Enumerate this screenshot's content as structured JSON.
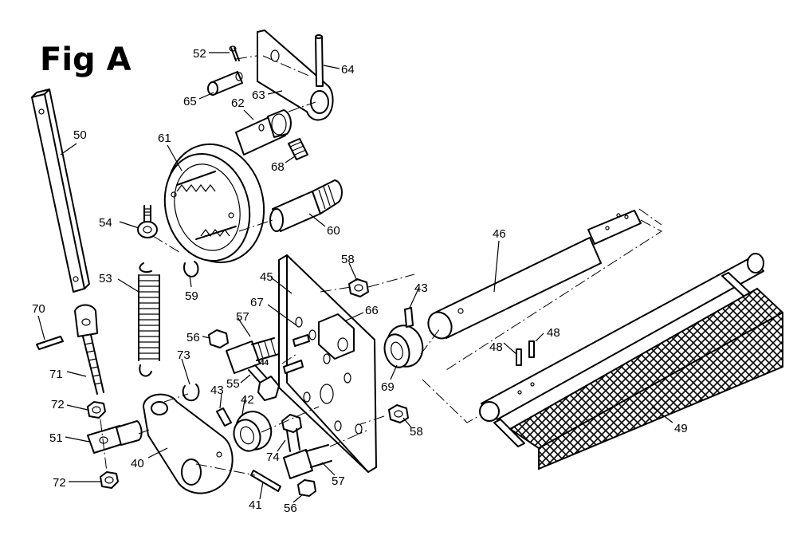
{
  "figure": {
    "title": "Fig A"
  },
  "callouts": [
    {
      "id": "c52",
      "text": "52"
    },
    {
      "id": "c64",
      "text": "64"
    },
    {
      "id": "c65",
      "text": "65"
    },
    {
      "id": "c63",
      "text": "63"
    },
    {
      "id": "c62",
      "text": "62"
    },
    {
      "id": "c50",
      "text": "50"
    },
    {
      "id": "c61",
      "text": "61"
    },
    {
      "id": "c68",
      "text": "68"
    },
    {
      "id": "c54",
      "text": "54"
    },
    {
      "id": "c60",
      "text": "60"
    },
    {
      "id": "c46",
      "text": "46"
    },
    {
      "id": "c58a",
      "text": "58"
    },
    {
      "id": "c53",
      "text": "53"
    },
    {
      "id": "c59",
      "text": "59"
    },
    {
      "id": "c45",
      "text": "45"
    },
    {
      "id": "c43a",
      "text": "43"
    },
    {
      "id": "c70",
      "text": "70"
    },
    {
      "id": "c67",
      "text": "67"
    },
    {
      "id": "c66",
      "text": "66"
    },
    {
      "id": "c57a",
      "text": "57"
    },
    {
      "id": "c48a",
      "text": "48"
    },
    {
      "id": "c48b",
      "text": "48"
    },
    {
      "id": "c56a",
      "text": "56"
    },
    {
      "id": "c73",
      "text": "73"
    },
    {
      "id": "c44",
      "text": "44"
    },
    {
      "id": "c71",
      "text": "71"
    },
    {
      "id": "c55",
      "text": "55"
    },
    {
      "id": "c69",
      "text": "69"
    },
    {
      "id": "c42",
      "text": "42"
    },
    {
      "id": "c43b",
      "text": "43"
    },
    {
      "id": "c72a",
      "text": "72"
    },
    {
      "id": "c58b",
      "text": "58"
    },
    {
      "id": "c49",
      "text": "49"
    },
    {
      "id": "c51",
      "text": "51"
    },
    {
      "id": "c74",
      "text": "74"
    },
    {
      "id": "c40",
      "text": "40"
    },
    {
      "id": "c57b",
      "text": "57"
    },
    {
      "id": "c72b",
      "text": "72"
    },
    {
      "id": "c41",
      "text": "41"
    },
    {
      "id": "c56b",
      "text": "56"
    }
  ]
}
